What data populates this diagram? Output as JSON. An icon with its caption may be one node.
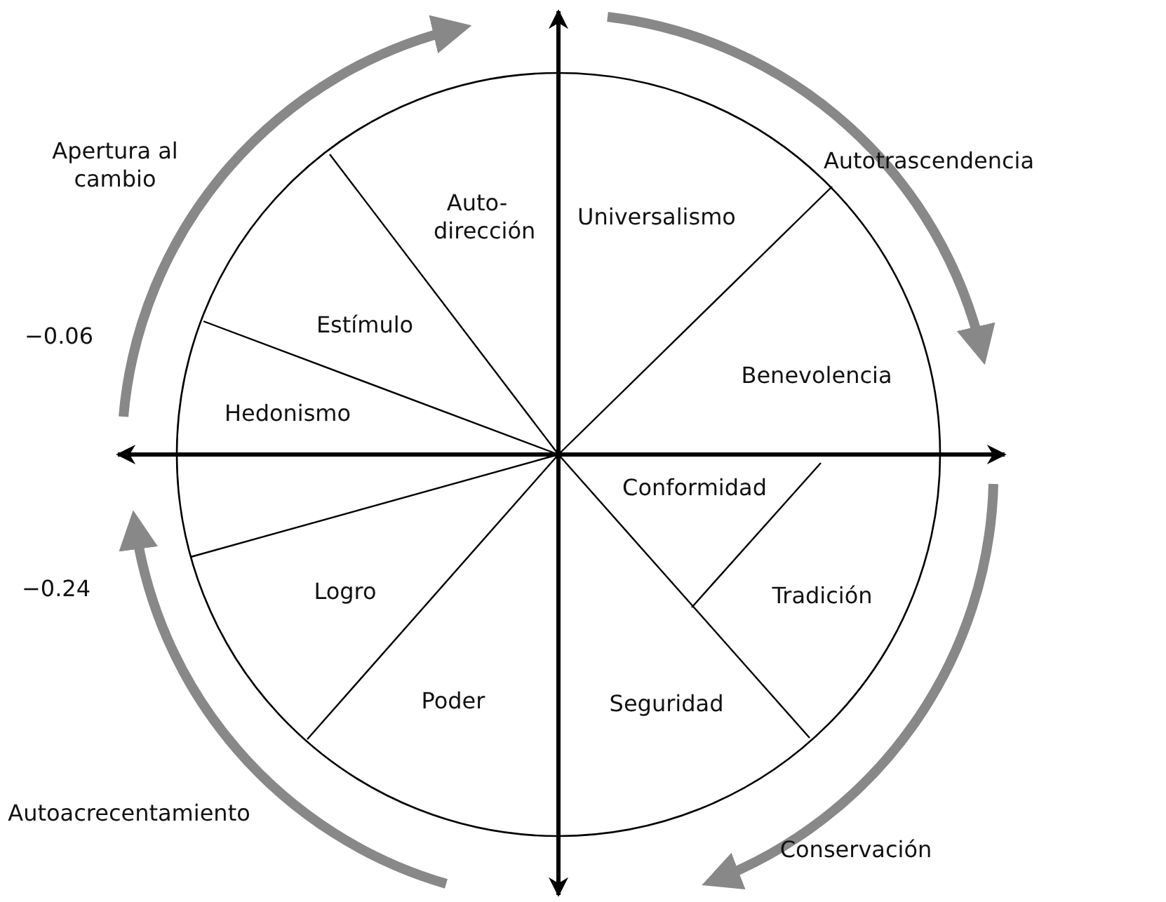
{
  "diagram": {
    "labels": [
      "Apertura al cambio",
      "Autotrascendencia",
      "Auto-dirección",
      "Universalismo",
      "−0.06",
      "Estímulo",
      "Benevolencia",
      "Hedonismo",
      "Conformidad",
      "−0.24",
      "Logro",
      "Tradición",
      "Poder",
      "Seguridad",
      "Autoacrecentamiento",
      "Conservación"
    ]
  }
}
